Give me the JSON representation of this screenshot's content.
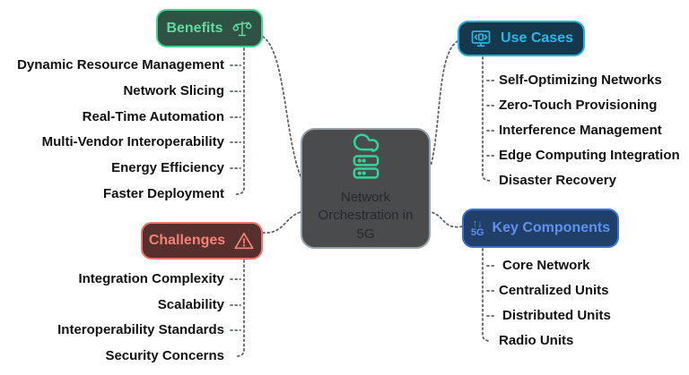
{
  "center": {
    "label": "Network Orchestration in 5G",
    "icon": "cloud-server-icon",
    "fill": "#4a4b4d",
    "border_color": "#98a1a8",
    "icon_color": "#34d399",
    "text_color": "#26282b"
  },
  "branches": {
    "benefits": {
      "label": "Benefits",
      "icon": "balance-scale-icon",
      "border_color": "#41d392",
      "fill": "#2e5244",
      "text_color": "#63d9a2",
      "items": [
        "Dynamic Resource Management",
        "Network Slicing",
        "Real-Time Automation",
        "Multi-Vendor Interoperability",
        "Energy Efficiency",
        "Faster Deployment"
      ]
    },
    "use_cases": {
      "label": "Use Cases",
      "icon": "monitor-code-icon",
      "border_color": "#1ab4e6",
      "fill": "#16384d",
      "text_color": "#27b8e5",
      "items": [
        "Self-Optimizing Networks",
        "Zero-Touch Provisioning",
        "Interference Management",
        "Edge Computing Integration",
        "Disaster Recovery"
      ]
    },
    "challenges": {
      "label": "Challenges",
      "icon": "warning-triangle-icon",
      "border_color": "#f0746c",
      "fill": "#572f2c",
      "text_color": "#f18379",
      "items": [
        "Integration Complexity",
        "Scalability",
        "Interoperability Standards",
        "Security Concerns"
      ]
    },
    "key_components": {
      "label": "Key Components",
      "icon": "5g-arrows-icon",
      "icon_glyph_top": "↑↓",
      "icon_glyph_bottom": "5G",
      "border_color": "#3a72d8",
      "fill": "#204069",
      "text_color": "#6190ee",
      "items": [
        "Core Network",
        "Centralized Units",
        "Distributed Units",
        "Radio Units"
      ]
    }
  },
  "item_text_color": "#111111",
  "connector_color": "#5f6468"
}
